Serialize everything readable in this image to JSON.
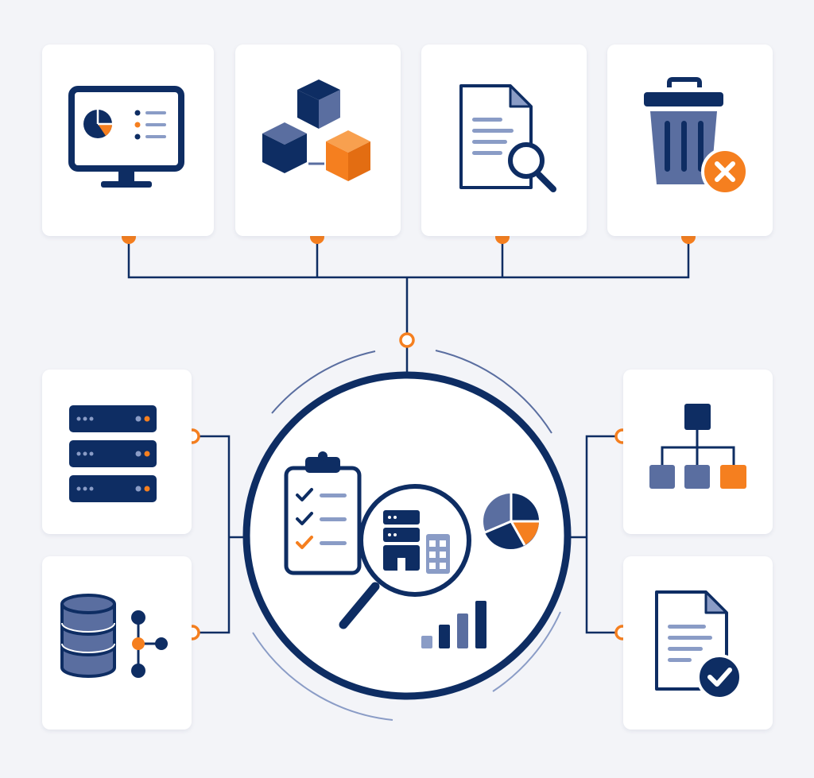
{
  "colors": {
    "background": "#f3f4f8",
    "card": "#ffffff",
    "navy": "#0e2d63",
    "slate": "#5a6ea0",
    "light_slate": "#8a9cc6",
    "orange": "#f57f1f",
    "connector": "#0e2d63"
  },
  "diagram": {
    "hub": {
      "icons": [
        "clipboard-checklist-icon",
        "magnifier-icon",
        "server-stack-icon",
        "building-icon",
        "pie-chart-icon",
        "bar-chart-icon"
      ]
    },
    "top_nodes": [
      {
        "id": "analytics-dashboard",
        "icon": "monitor-pie-chart-icon"
      },
      {
        "id": "data-modules",
        "icon": "cubes-icon"
      },
      {
        "id": "document-search",
        "icon": "document-search-icon"
      },
      {
        "id": "data-deletion",
        "icon": "trash-delete-icon"
      }
    ],
    "left_nodes": [
      {
        "id": "server-rack",
        "icon": "server-rack-icon"
      },
      {
        "id": "database-network",
        "icon": "database-network-icon"
      }
    ],
    "right_nodes": [
      {
        "id": "hierarchy",
        "icon": "org-chart-icon"
      },
      {
        "id": "document-approved",
        "icon": "document-check-icon"
      }
    ]
  }
}
